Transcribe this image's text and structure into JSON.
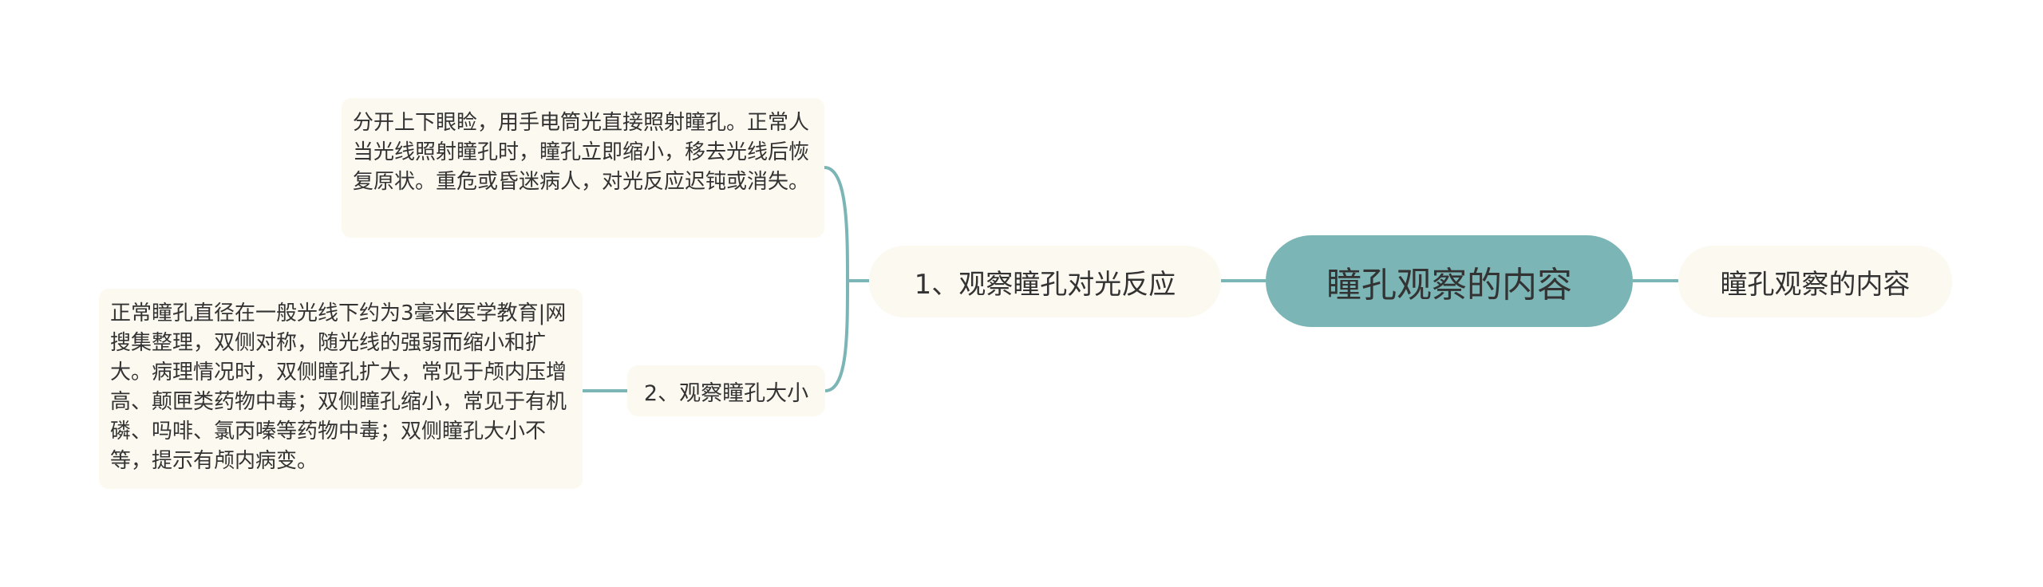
{
  "root": {
    "label": "瞳孔观察的内容"
  },
  "right_node": {
    "label": "瞳孔观察的内容"
  },
  "branches": [
    {
      "label": "1、观察瞳孔对光反应",
      "detail": "分开上下眼睑，用手电筒光直接照射瞳孔。正常人当光线照射瞳孔时，瞳孔立即缩小，移去光线后恢复原状。重危或昏迷病人，对光反应迟钝或消失。"
    },
    {
      "label": "2、观察瞳孔大小",
      "detail": "正常瞳孔直径在一般光线下约为3毫米医学教育|网搜集整理，双侧对称，随光线的强弱而缩小和扩大。病理情况时，双侧瞳孔扩大，常见于颅内压增高、颠匣类药物中毒；双侧瞳孔缩小，常见于有机磷、吗啡、氯丙嗪等药物中毒；双侧瞳孔大小不等，提示有颅内病变。"
    }
  ],
  "colors": {
    "root_fill": "#7cb5b5",
    "connector": "#7cb5b5",
    "node_fill": "#fcfaf0",
    "text": "#333333",
    "background": "#ffffff"
  }
}
